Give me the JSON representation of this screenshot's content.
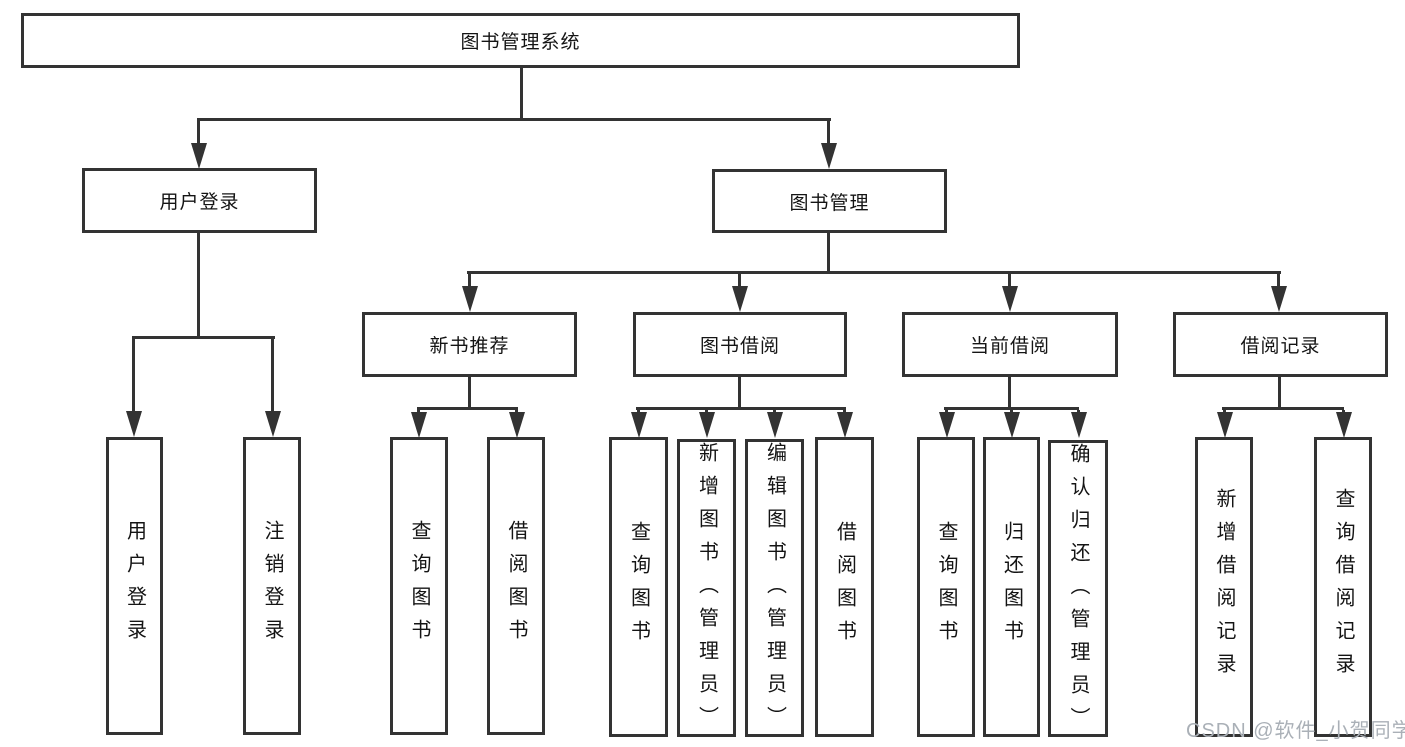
{
  "diagram": {
    "title": "图书管理系统",
    "root": "图书管理系统",
    "level2": [
      "用户登录",
      "图书管理"
    ],
    "level3": [
      "新书推荐",
      "图书借阅",
      "当前借阅",
      "借阅记录"
    ],
    "leaves": [
      "用户登录",
      "注销登录",
      "查询图书",
      "借阅图书",
      "查询图书",
      "新增图书（管理员）",
      "编辑图书（管理员）",
      "借阅图书",
      "查询图书",
      "归还图书",
      "确认归还（管理员）",
      "新增借阅记录",
      "查询借阅记录"
    ]
  },
  "watermark": "CSDN @软件_小贺同学",
  "colors": {
    "line": "#333333",
    "box_border": "#333333",
    "box_fill": "#ffffff",
    "text": "#141414",
    "watermark": "#aab0b7",
    "background": "#ffffff"
  }
}
